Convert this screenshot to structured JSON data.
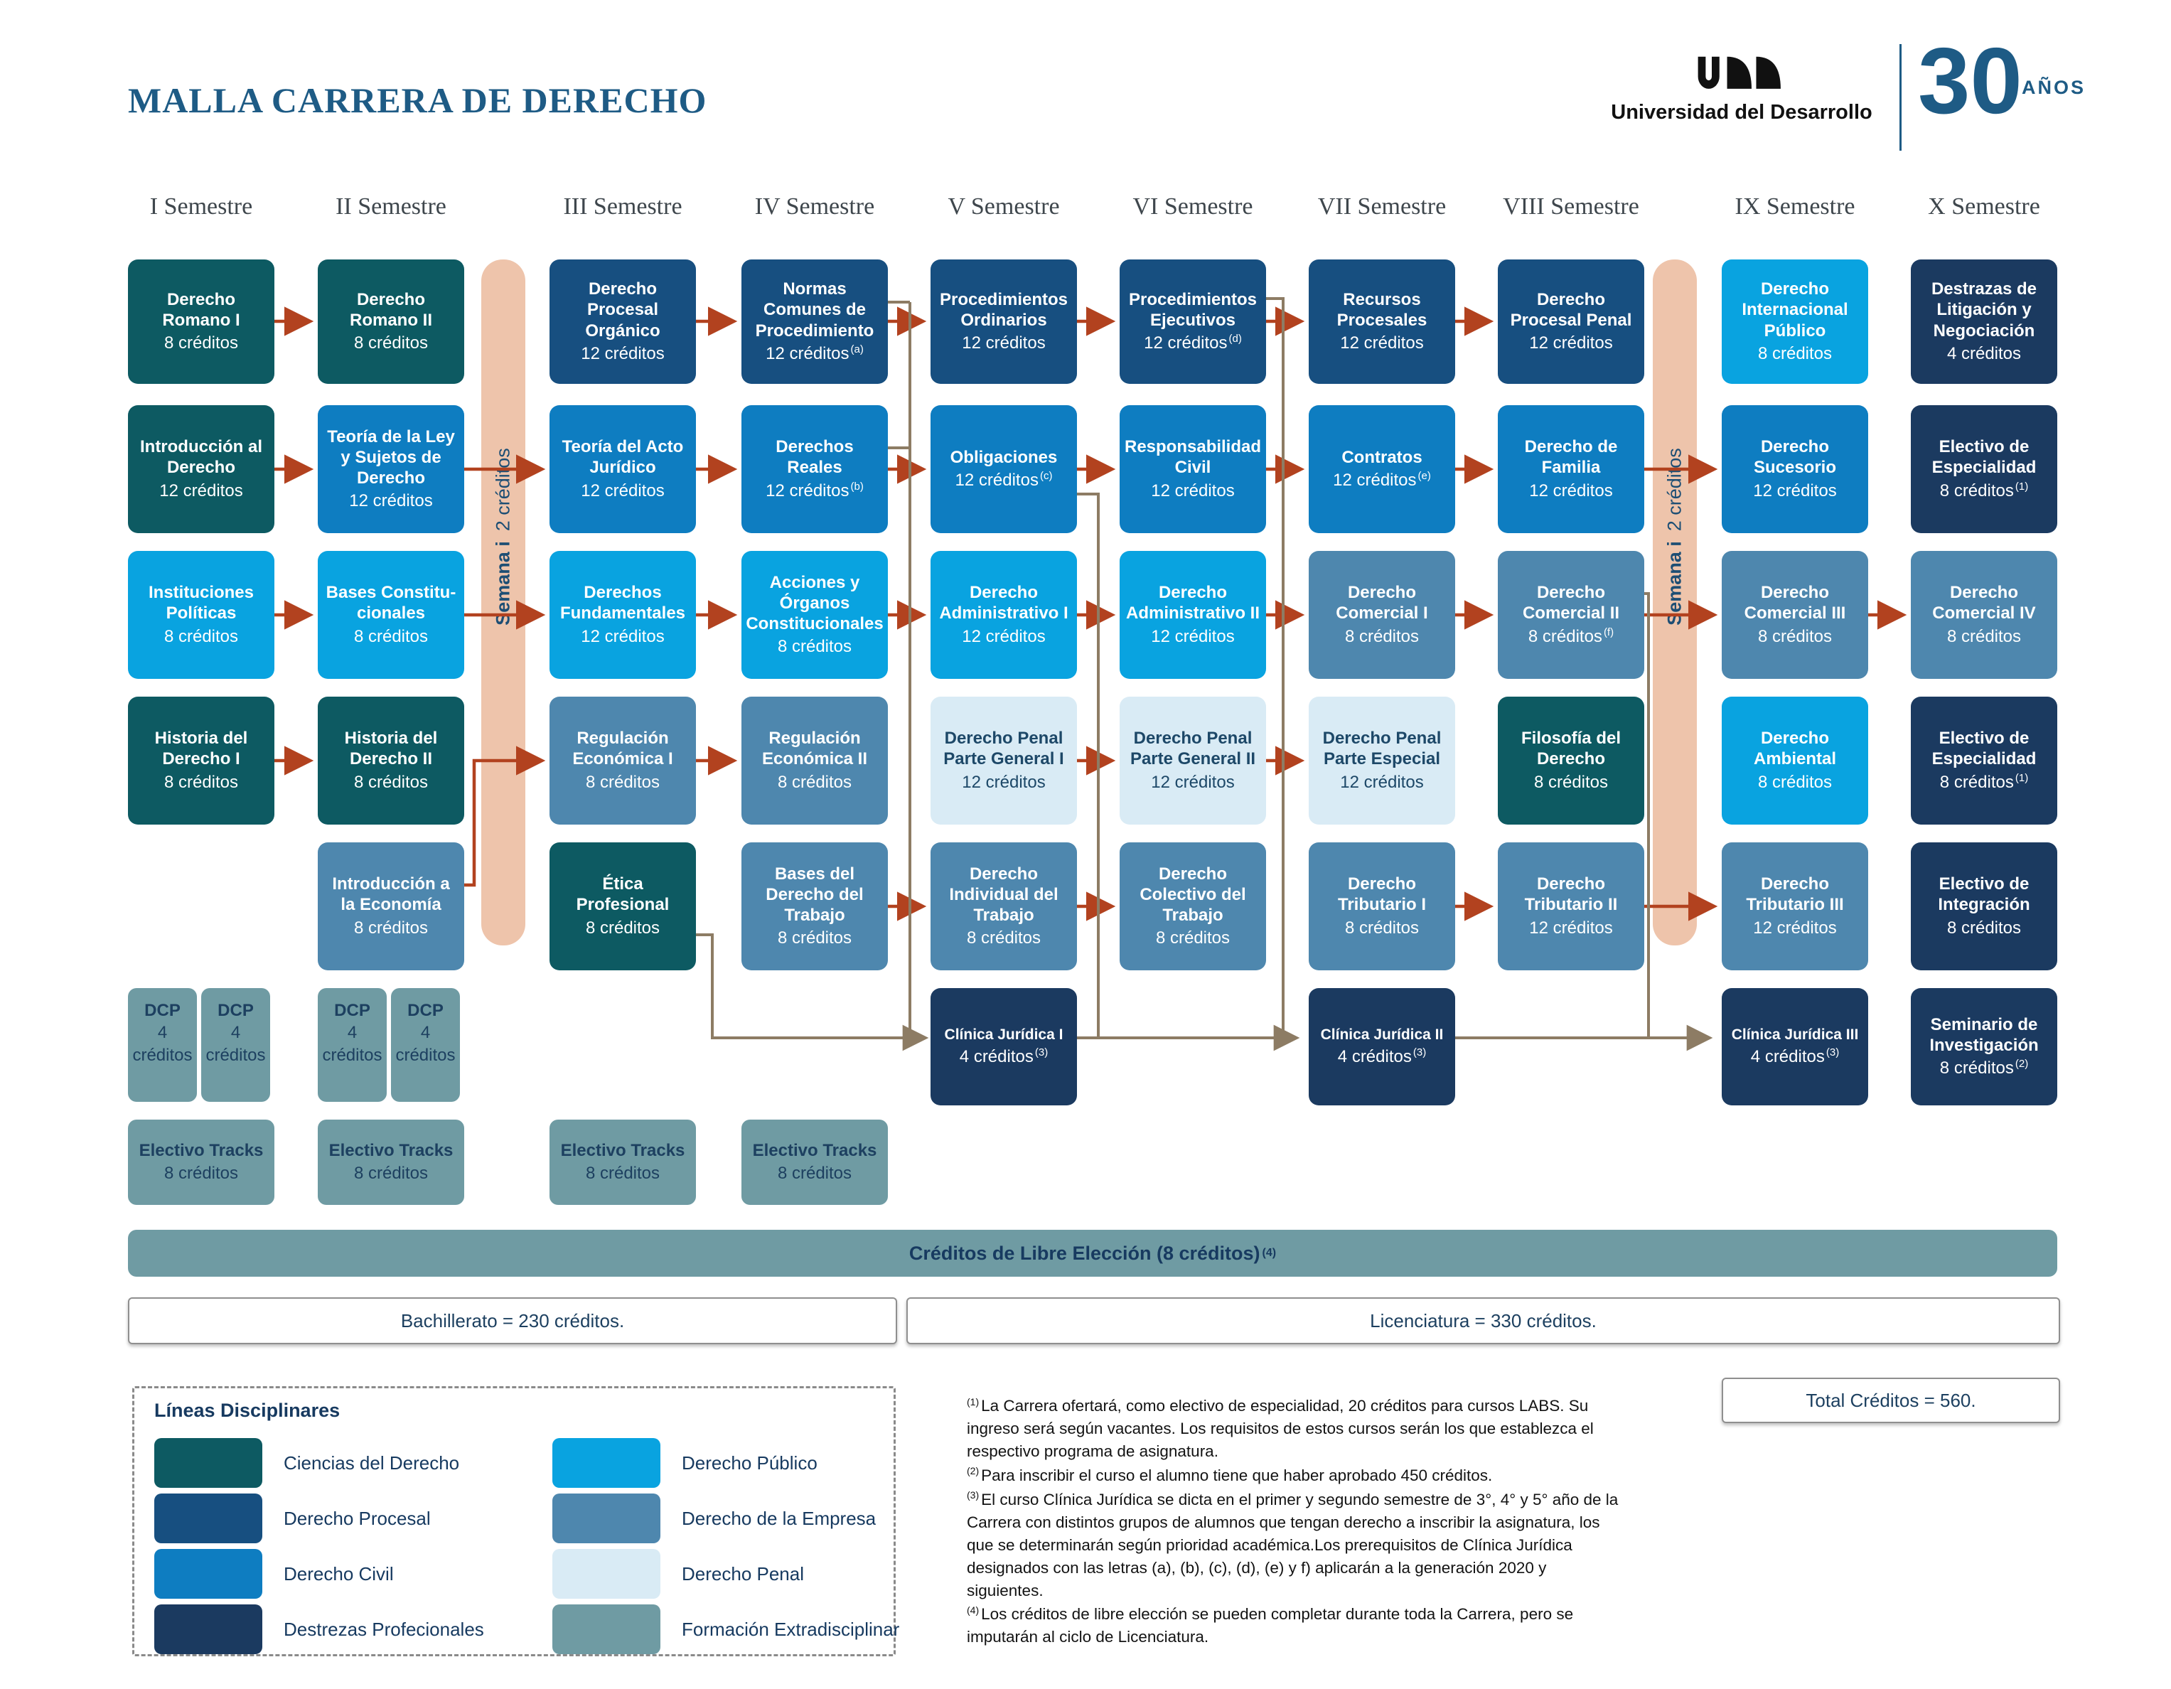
{
  "header": {
    "title": "MALLA CARRERA DE DERECHO",
    "logo": {
      "brand": "Universidad del Desarrollo",
      "years_number": "30",
      "years_label": "AÑOS"
    }
  },
  "semesters": [
    {
      "label": "I Semestre"
    },
    {
      "label": "II Semestre"
    },
    {
      "label": "III Semestre"
    },
    {
      "label": "IV Semestre"
    },
    {
      "label": "V Semestre"
    },
    {
      "label": "VI Semestre"
    },
    {
      "label": "VII Semestre"
    },
    {
      "label": "VIII Semestre"
    },
    {
      "label": "IX Semestre"
    },
    {
      "label": "X Semestre"
    }
  ],
  "semana_bar": {
    "bold": "Semana i",
    "rest": "2 créditos"
  },
  "courses": {
    "romano1": {
      "name": "Derecho Romano I",
      "credits": "8 créditos"
    },
    "intro_derecho": {
      "name": "Introducción al Derecho",
      "credits": "12 créditos"
    },
    "instituciones": {
      "name": "Instituciones Políticas",
      "credits": "8 créditos"
    },
    "historia1": {
      "name": "Historia del Derecho I",
      "credits": "8 créditos"
    },
    "romano2": {
      "name": "Derecho Romano II",
      "credits": "8 créditos"
    },
    "teoria_ley": {
      "name": "Teoría de la Ley y Sujetos de Derecho",
      "credits": "12 créditos"
    },
    "bases_const": {
      "name": "Bases Constitu- cionales",
      "credits": "8 créditos"
    },
    "historia2": {
      "name": "Historia del Derecho II",
      "credits": "8 créditos"
    },
    "intro_economia": {
      "name": "Introducción a la Economía",
      "credits": "8 créditos"
    },
    "procesal_organico": {
      "name": "Derecho Procesal Orgánico",
      "credits": "12 créditos"
    },
    "teoria_acto": {
      "name": "Teoría del Acto Jurídico",
      "credits": "12 créditos"
    },
    "fundamentales": {
      "name": "Derechos Fundamentales",
      "credits": "12 créditos"
    },
    "regulacion1": {
      "name": "Regulación Económica I",
      "credits": "8 créditos"
    },
    "etica": {
      "name": "Ética Profesional",
      "credits": "8 créditos"
    },
    "normas": {
      "name": "Normas Comunes de Procedimiento",
      "credits": "12 créditos",
      "sup": "(a)"
    },
    "reales": {
      "name": "Derechos Reales",
      "credits": "12 créditos",
      "sup": "(b)"
    },
    "acciones": {
      "name": "Acciones y Órganos Constitucionales",
      "credits": "8 créditos"
    },
    "regulacion2": {
      "name": "Regulación Económica II",
      "credits": "8 créditos"
    },
    "bases_trabajo": {
      "name": "Bases del Derecho del Trabajo",
      "credits": "8 créditos"
    },
    "ordinarios": {
      "name": "Procedimientos Ordinarios",
      "credits": "12 créditos"
    },
    "obligaciones": {
      "name": "Obligaciones",
      "credits": "12 créditos",
      "sup": "(c)"
    },
    "adm1": {
      "name": "Derecho Administrativo I",
      "credits": "12 créditos"
    },
    "penal_g1": {
      "name": "Derecho Penal Parte General I",
      "credits": "12 créditos"
    },
    "trabajo_ind": {
      "name": "Derecho Individual del Trabajo",
      "credits": "8 créditos"
    },
    "clinica1": {
      "name": "Clínica Jurídica I",
      "credits": "4 créditos",
      "sup": "(3)"
    },
    "ejecutivos": {
      "name": "Procedimientos Ejecutivos",
      "credits": "12 créditos",
      "sup": "(d)"
    },
    "resp_civil": {
      "name": "Responsabilidad Civil",
      "credits": "12 créditos"
    },
    "adm2": {
      "name": "Derecho Administrativo II",
      "credits": "12 créditos"
    },
    "penal_g2": {
      "name": "Derecho Penal Parte General II",
      "credits": "12 créditos"
    },
    "trabajo_col": {
      "name": "Derecho Colectivo del Trabajo",
      "credits": "8 créditos"
    },
    "recursos": {
      "name": "Recursos Procesales",
      "credits": "12 créditos"
    },
    "contratos": {
      "name": "Contratos",
      "credits": "12 créditos",
      "sup": "(e)"
    },
    "comercial1": {
      "name": "Derecho Comercial I",
      "credits": "8 créditos"
    },
    "penal_esp": {
      "name": "Derecho Penal Parte Especial",
      "credits": "12 créditos"
    },
    "tributario1": {
      "name": "Derecho Tributario I",
      "credits": "8 créditos"
    },
    "clinica2": {
      "name": "Clínica Jurídica II",
      "credits": "4 créditos",
      "sup": "(3)"
    },
    "procesal_penal": {
      "name": "Derecho Procesal Penal",
      "credits": "12 créditos"
    },
    "familia": {
      "name": "Derecho de Familia",
      "credits": "12 créditos"
    },
    "comercial2": {
      "name": "Derecho Comercial II",
      "credits": "8 créditos",
      "sup": "(f)"
    },
    "filosofia": {
      "name": "Filosofía del Derecho",
      "credits": "8 créditos"
    },
    "tributario2": {
      "name": "Derecho Tributario II",
      "credits": "12 créditos"
    },
    "internacional": {
      "name": "Derecho Internacional Público",
      "credits": "8 créditos"
    },
    "sucesorio": {
      "name": "Derecho Sucesorio",
      "credits": "12 créditos"
    },
    "comercial3": {
      "name": "Derecho Comercial III",
      "credits": "8 créditos"
    },
    "ambiental": {
      "name": "Derecho Ambiental",
      "credits": "8 créditos"
    },
    "tributario3": {
      "name": "Derecho Tributario III",
      "credits": "12 créditos"
    },
    "clinica3": {
      "name": "Clínica Jurídica III",
      "credits": "4 créditos",
      "sup": "(3)"
    },
    "destrazas": {
      "name": "Destrazas de Litigación y Negociación",
      "credits": "4 créditos"
    },
    "electivo_esp1": {
      "name": "Electivo de Especialidad",
      "credits": "8 créditos",
      "sup": "(1)"
    },
    "comercial4": {
      "name": "Derecho Comercial IV",
      "credits": "8 créditos"
    },
    "electivo_esp2": {
      "name": "Electivo de Especialidad",
      "credits": "8 créditos",
      "sup": "(1)"
    },
    "electivo_int": {
      "name": "Electivo de Integración",
      "credits": "8 créditos"
    },
    "seminario": {
      "name": "Seminario de Investigación",
      "credits": "8 créditos",
      "sup": "(2)"
    }
  },
  "dcp": {
    "title": "DCP",
    "qty": "4",
    "unit": "créditos"
  },
  "tracks": {
    "title": "Electivo Tracks",
    "credits": "8 créditos"
  },
  "free_bar": {
    "text": "Créditos de Libre Elección (8 créditos)",
    "sup": "(4)"
  },
  "totals": {
    "bachillerato": "Bachillerato = 230 créditos.",
    "licenciatura": "Licenciatura = 330 créditos.",
    "total": "Total Créditos = 560."
  },
  "legend": {
    "title": "Líneas Disciplinares",
    "items": [
      {
        "label": "Ciencias del Derecho",
        "color": "#0d5a62"
      },
      {
        "label": "Derecho Procesal",
        "color": "#174f80"
      },
      {
        "label": "Derecho Civil",
        "color": "#0e7dc1"
      },
      {
        "label": "Destrezas Profecionales",
        "color": "#1b3a60"
      },
      {
        "label": "Derecho Público",
        "color": "#09a3e0"
      },
      {
        "label": "Derecho de la Empresa",
        "color": "#4e87ae"
      },
      {
        "label": "Derecho Penal",
        "color": "#d9ebf5"
      },
      {
        "label": "Formación Extradisciplinar",
        "color": "#6f9ba3"
      }
    ]
  },
  "footnotes": [
    {
      "sup": "(1)",
      "text": "La Carrera ofertará, como electivo de especialidad, 20 créditos para cursos LABS. Su ingreso será según vacantes. Los requisitos de estos cursos serán los que establezca el respectivo programa de asignatura."
    },
    {
      "sup": "(2)",
      "text": "Para inscribir el curso el alumno tiene que haber aprobado 450 créditos."
    },
    {
      "sup": "(3)",
      "text": "El curso Clínica Jurídica se dicta en el primer y segundo semestre de 3°, 4° y 5° año de la Carrera con distintos grupos de alumnos que tengan derecho a inscribir la asignatura, los que se determinarán según prioridad académica.Los prerequisitos de Clínica Jurídica designados con las letras (a), (b), (c), (d), (e) y f) aplicarán a la generación 2020 y siguientes."
    },
    {
      "sup": "(4)",
      "text": "Los créditos de libre elección se pueden completar durante toda la Carrera, pero se imputarán al ciclo de Licenciatura."
    }
  ],
  "colors": {
    "arrow": "#b2421f",
    "connector": "#8d7c64",
    "semana_bar": "#eec4ab",
    "accent": "#1e5b85"
  }
}
